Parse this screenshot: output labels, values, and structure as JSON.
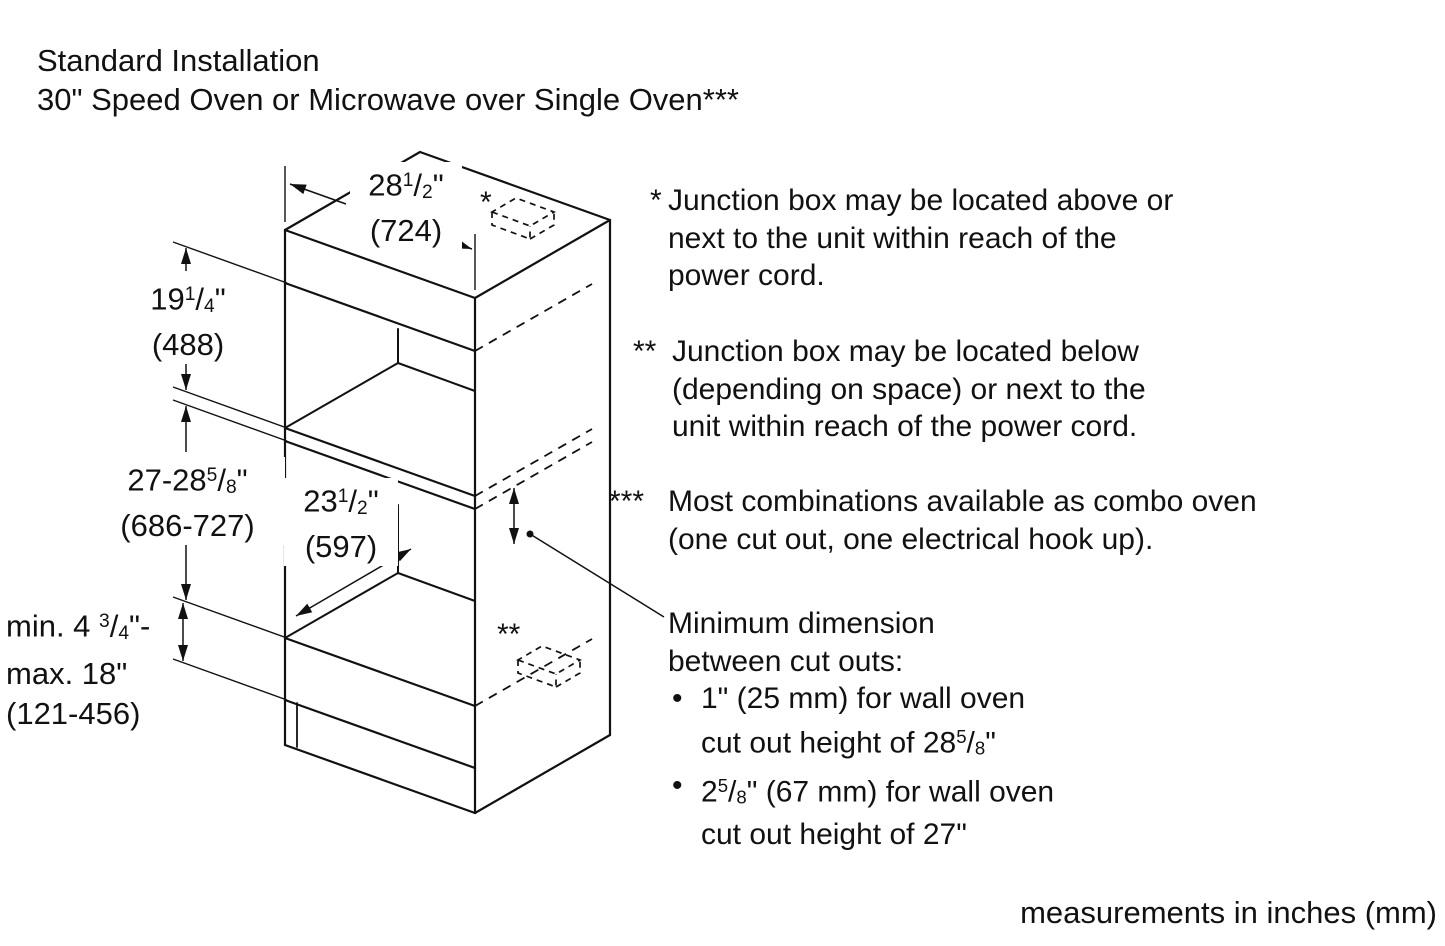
{
  "title": {
    "line1": "Standard Installation",
    "line2": "30\" Speed Oven or Microwave over Single Oven***"
  },
  "colors": {
    "ink": "#111111",
    "background": "#ffffff"
  },
  "diagram": {
    "dims": {
      "width": {
        "whole": "28",
        "num": "1",
        "slash": "/",
        "den": "2",
        "unit": "\"",
        "mm": "(724)"
      },
      "upper_cutout": {
        "whole": "19",
        "num": "1",
        "slash": "/",
        "den": "4",
        "unit": "\"",
        "mm": "(488)"
      },
      "lower_cutout": {
        "whole": "27-28",
        "num": "5",
        "slash": "/",
        "den": "8",
        "unit": "\"",
        "mm": "(686-727)"
      },
      "depth": {
        "whole": "23",
        "num": "1",
        "slash": "/",
        "den": "2",
        "unit": "\"",
        "mm": "(597)"
      },
      "bottom_clearance": {
        "line1_pre": "min. 4 ",
        "num": "3",
        "slash": "/",
        "den": "4",
        "line1_post": "\"-",
        "line2": "max. 18\"",
        "line3": "(121-456)"
      }
    },
    "markers": {
      "junction_top": "*",
      "junction_side": "**"
    }
  },
  "notes": {
    "note1": {
      "marker": "*",
      "lines": [
        "Junction box may be located above or",
        "next to the unit within reach of the",
        "power cord."
      ]
    },
    "note2": {
      "marker": "**",
      "lines": [
        "Junction box may be located below",
        "(depending on space) or next to the",
        "unit within reach of the power cord."
      ]
    },
    "note3": {
      "marker": "***",
      "lines": [
        "Most combinations available as combo oven",
        "(one cut out, one electrical hook up)."
      ]
    },
    "min_dim": {
      "heading_line1": "Minimum dimension",
      "heading_line2": "between cut outs:",
      "bullet": "•",
      "item1_line1": "1\" (25 mm) for wall oven",
      "item1_line2_pre": "cut out height of 28",
      "item1_num": "5",
      "item1_slash": "/",
      "item1_den": "8",
      "item1_post": "\"",
      "item2_line1_pre": "2",
      "item2_num": "5",
      "item2_slash": "/",
      "item2_den": "8",
      "item2_line1_post": "\" (67 mm) for wall oven",
      "item2_line2": "cut out height of 27\""
    }
  },
  "footer": {
    "units_note": "measurements in inches (mm)"
  }
}
